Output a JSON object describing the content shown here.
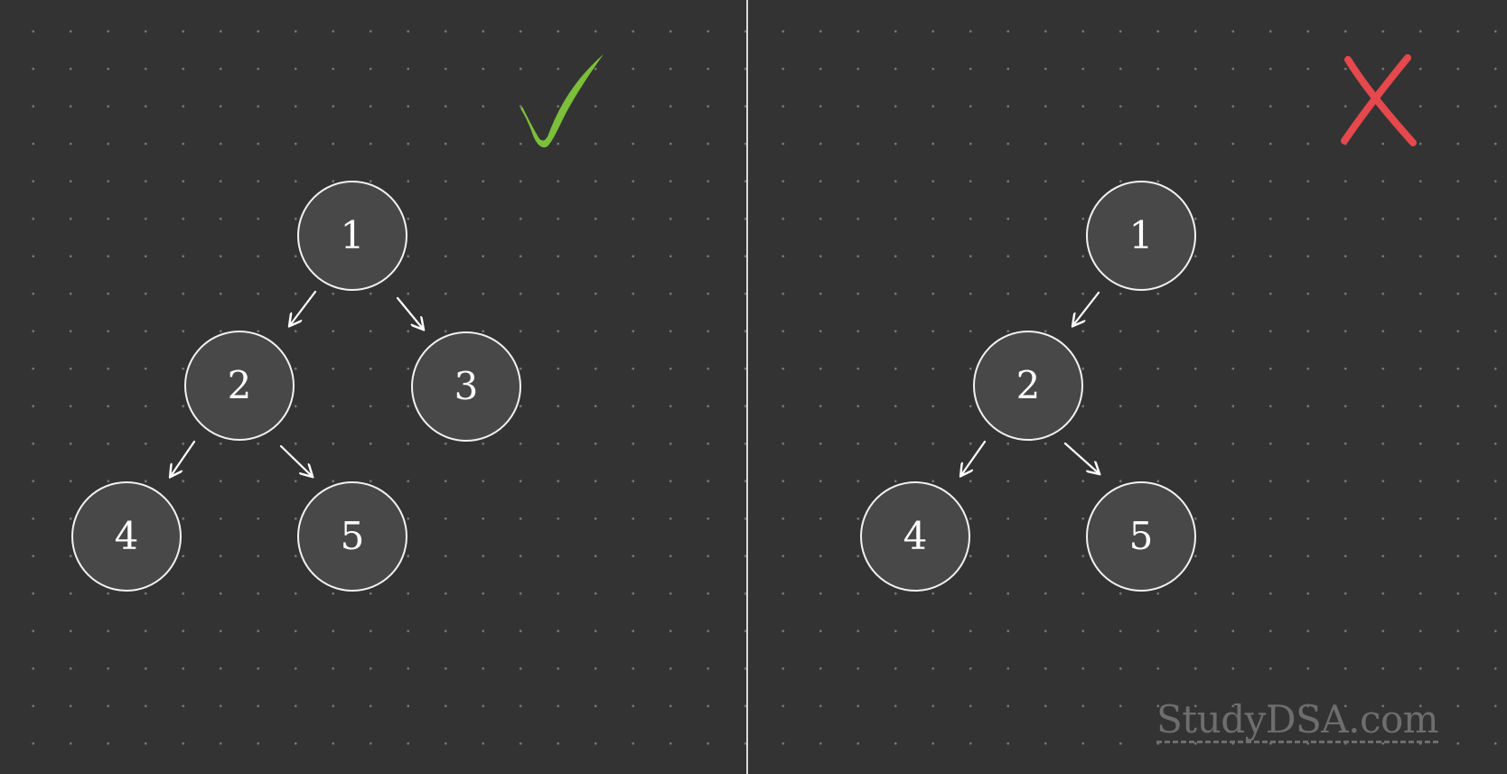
{
  "left_panel": {
    "verdict": "valid",
    "mark_icon": "check-icon",
    "mark_color": "#7bbf3a",
    "nodes": [
      "1",
      "2",
      "3",
      "4",
      "5"
    ]
  },
  "right_panel": {
    "verdict": "invalid",
    "mark_icon": "cross-icon",
    "mark_color": "#e5484d",
    "nodes": [
      "1",
      "2",
      "4",
      "5"
    ]
  },
  "watermark": "StudyDSA.com"
}
